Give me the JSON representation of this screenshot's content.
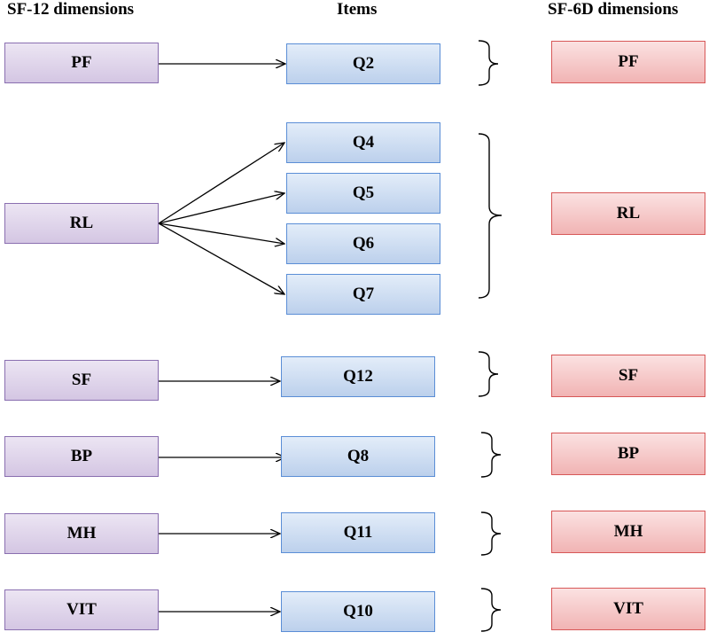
{
  "headers": {
    "sf12": "SF-12 dimensions",
    "items": "Items",
    "sf6d": "SF-6D dimensions"
  },
  "sf12_dimensions": [
    "PF",
    "RL",
    "SF",
    "BP",
    "MH",
    "VIT"
  ],
  "items": [
    "Q2",
    "Q4",
    "Q5",
    "Q6",
    "Q7",
    "Q12",
    "Q8",
    "Q11",
    "Q10"
  ],
  "sf6d_dimensions": [
    "PF",
    "RL",
    "SF",
    "BP",
    "MH",
    "VIT"
  ],
  "links": [
    {
      "from": "PF",
      "to": [
        "Q2"
      ]
    },
    {
      "from": "RL",
      "to": [
        "Q4",
        "Q5",
        "Q6",
        "Q7"
      ]
    },
    {
      "from": "SF",
      "to": [
        "Q12"
      ]
    },
    {
      "from": "BP",
      "to": [
        "Q8"
      ]
    },
    {
      "from": "MH",
      "to": [
        "Q11"
      ]
    },
    {
      "from": "VIT",
      "to": [
        "Q10"
      ]
    }
  ],
  "colors": {
    "sf12_fill": "#ddd2ea",
    "sf12_border": "#8a6fb0",
    "item_fill": "#ccdcf1",
    "item_border": "#5b8ed6",
    "sf6d_fill": "#f6c8c8",
    "sf6d_border": "#d75757"
  }
}
